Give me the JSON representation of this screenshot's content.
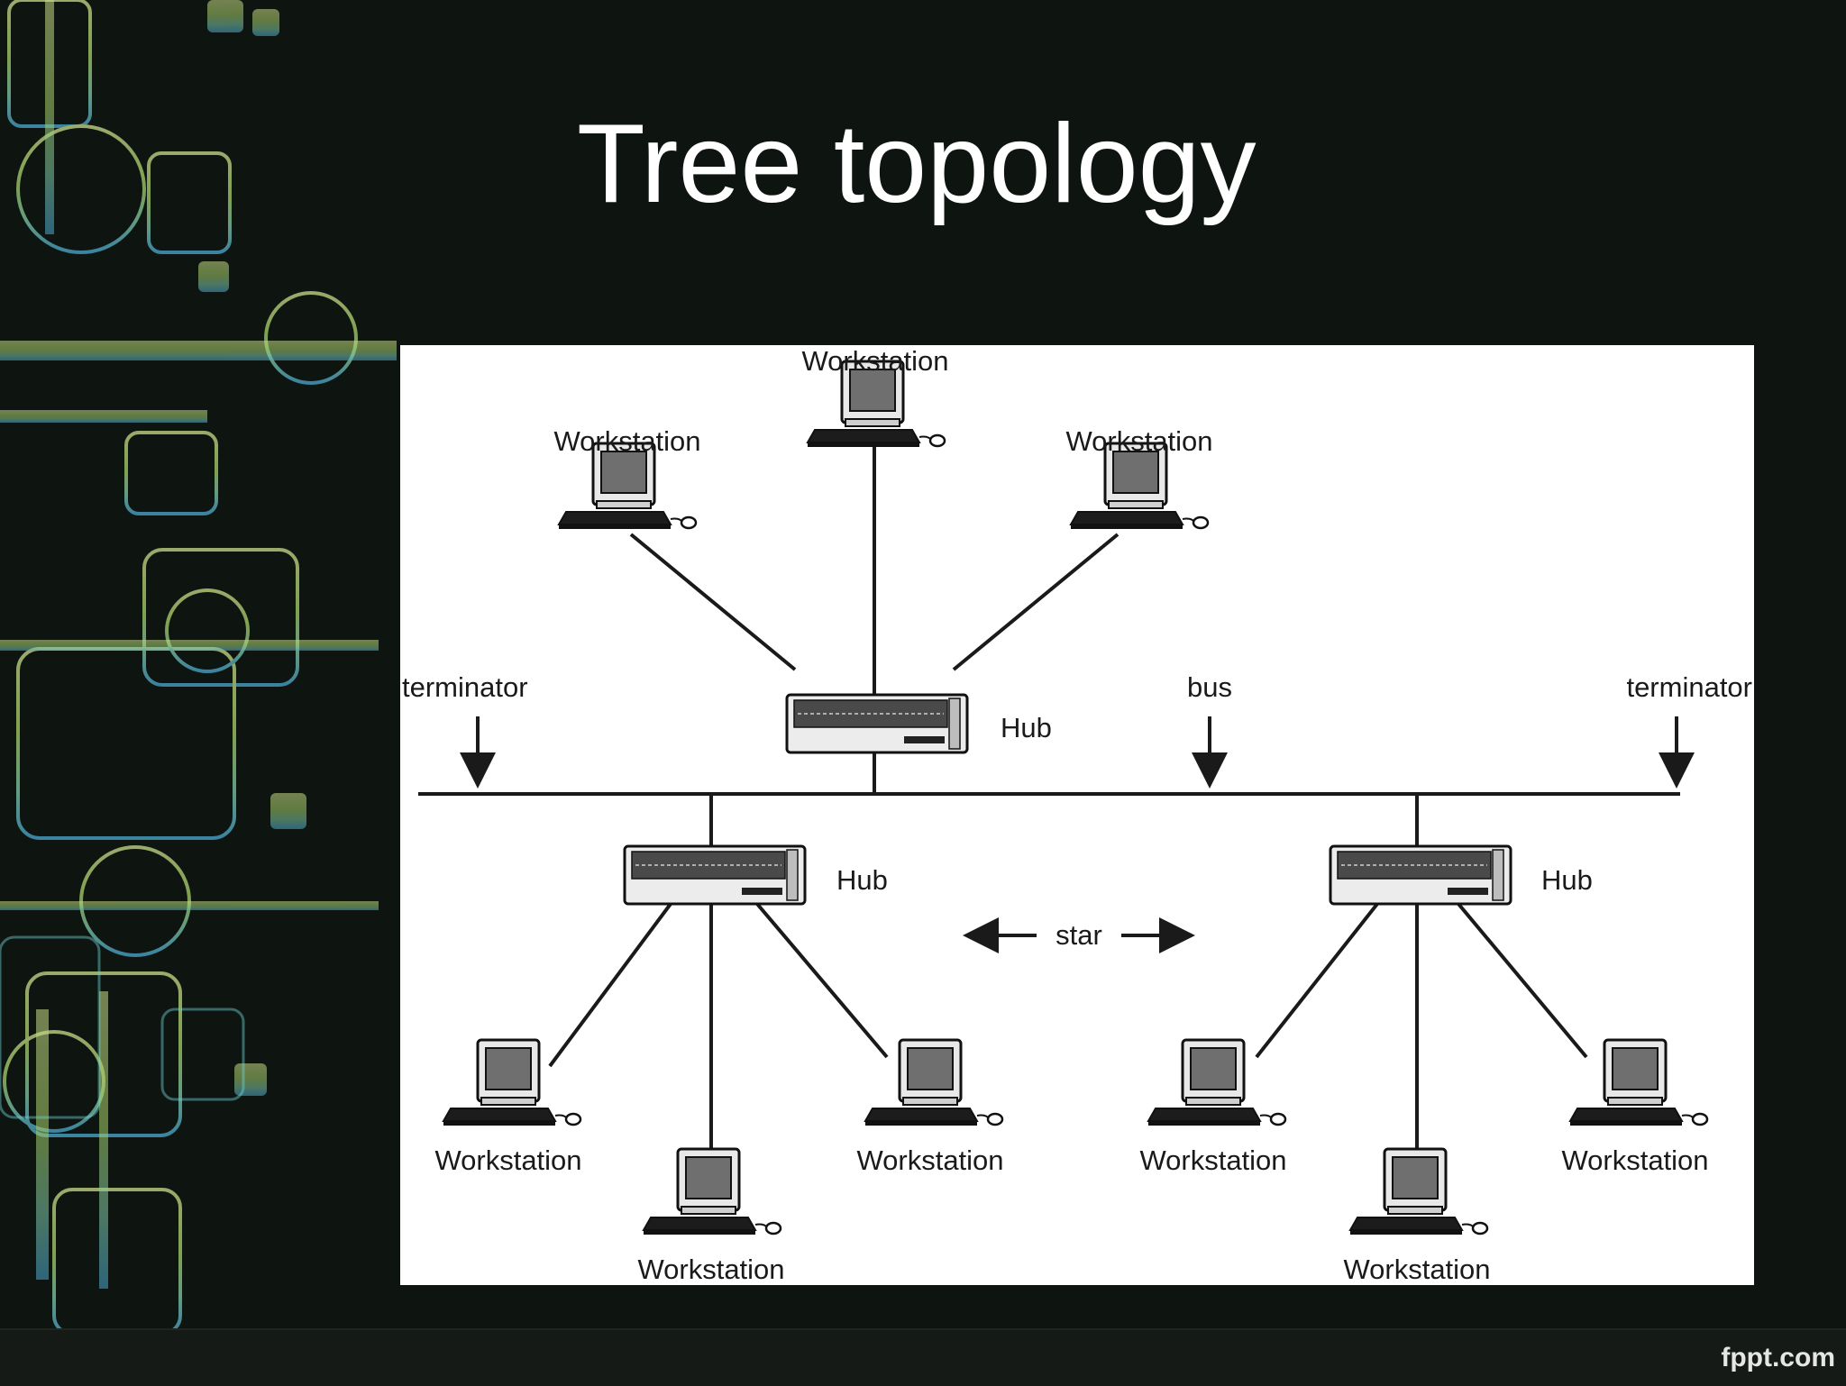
{
  "slide": {
    "title": "Tree topology",
    "footer_brand": "fppt.com"
  },
  "diagram": {
    "labels": {
      "terminator_left": "terminator",
      "terminator_right": "terminator",
      "bus": "bus",
      "star": "star",
      "hub_top": "Hub",
      "hub_left": "Hub",
      "hub_right": "Hub"
    },
    "workstations": [
      {
        "id": "top-left",
        "label": "Workstation"
      },
      {
        "id": "top-center",
        "label": "Workstation"
      },
      {
        "id": "top-right",
        "label": "Workstation"
      },
      {
        "id": "left-star-left",
        "label": "Workstation"
      },
      {
        "id": "left-star-center",
        "label": "Workstation"
      },
      {
        "id": "left-star-right",
        "label": "Workstation"
      },
      {
        "id": "right-star-left",
        "label": "Workstation"
      },
      {
        "id": "right-star-center",
        "label": "Workstation"
      },
      {
        "id": "right-star-right",
        "label": "Workstation"
      }
    ]
  },
  "colors": {
    "background": "#0e1410",
    "title": "#ffffff",
    "panel": "#ffffff",
    "line": "#1a1a1a",
    "decor_green": "#b8d86a",
    "decor_cyan": "#6fd0d0"
  }
}
